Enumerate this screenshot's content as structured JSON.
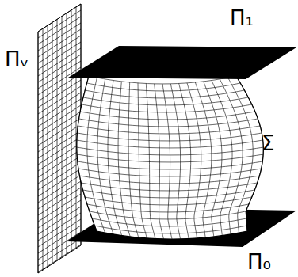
{
  "diagram": {
    "labels": [
      "Πᵥ",
      "Π₁",
      "Σ",
      "Π₀"
    ]
  }
}
